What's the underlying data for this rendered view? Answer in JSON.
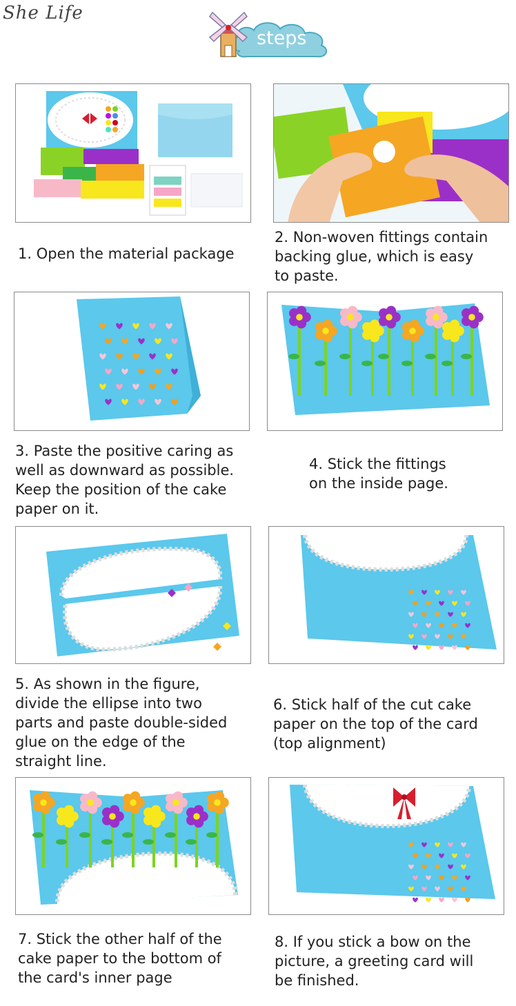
{
  "header": {
    "brand": "She Life",
    "badge_label": "steps",
    "badge_icon": "windmill-icon"
  },
  "colors": {
    "card_blue": "#5bc8ec",
    "doily_white": "#ffffff",
    "badge_cloud": "#8fd0e0",
    "bow_red": "#d81e2e"
  },
  "steps": [
    {
      "image": "material-package-photo",
      "lines": [
        "1. Open the material package"
      ]
    },
    {
      "image": "peeling-fittings-photo",
      "lines": [
        "2. Non-woven fittings contain",
        "backing glue, which is easy",
        "to paste."
      ]
    },
    {
      "image": "hearts-on-card-photo",
      "lines": [
        "3. Paste the positive caring as",
        "well as downward as possible.",
        "Keep the position of the cake",
        "paper on it."
      ]
    },
    {
      "image": "flowers-inside-page-photo",
      "lines": [
        "4. Stick the fittings",
        "on the inside page."
      ]
    },
    {
      "image": "doily-split-photo",
      "lines": [
        " 5. As shown in the figure,",
        "divide the ellipse into two",
        "parts and paste double-sided",
        "glue on the edge of the",
        "straight line."
      ]
    },
    {
      "image": "doily-top-card-photo",
      "lines": [
        "6. Stick half of the cut cake",
        "paper on the top of the card",
        "(top alignment)"
      ]
    },
    {
      "image": "doily-bottom-flowers-photo",
      "lines": [
        "7. Stick the other half of the",
        "cake paper to the bottom of",
        "the card's inner page"
      ]
    },
    {
      "image": "finished-card-bow-photo",
      "lines": [
        "8. If you stick a bow on the",
        "picture, a greeting card will",
        "be finished."
      ]
    }
  ]
}
